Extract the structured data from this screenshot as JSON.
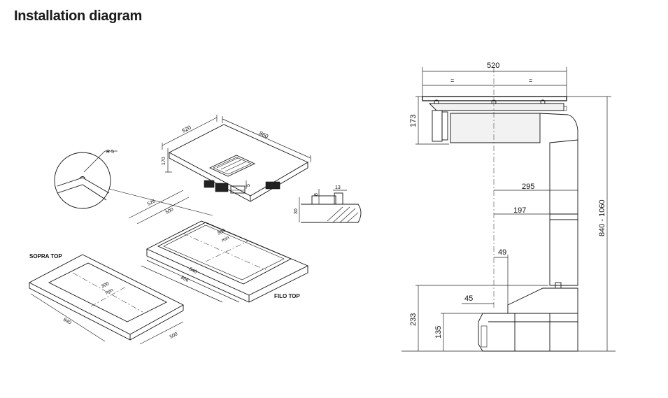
{
  "title": "Installation diagram",
  "iso_hob": {
    "w": "520",
    "l": "860",
    "h": "170",
    "t": "5"
  },
  "detail": {
    "radius": "R 5"
  },
  "section_detail": {
    "a": "8",
    "b": "13",
    "c": "30"
  },
  "filo_top": {
    "name": "FILO TOP",
    "c1": "526",
    "c2": "500",
    "c3": "300",
    "c4": "min",
    "c5": "840",
    "c6": "866"
  },
  "sopra_top": {
    "name": "SOPRA TOP",
    "c1": "300",
    "c2": "min",
    "c3": "840",
    "c4": "500"
  },
  "side_view": {
    "w520": "520",
    "eq": "=",
    "h173": "173",
    "h_range": "840 - 1060",
    "d295": "295",
    "d197": "197",
    "d49": "49",
    "d45": "45",
    "h233": "233",
    "h135": "135"
  }
}
